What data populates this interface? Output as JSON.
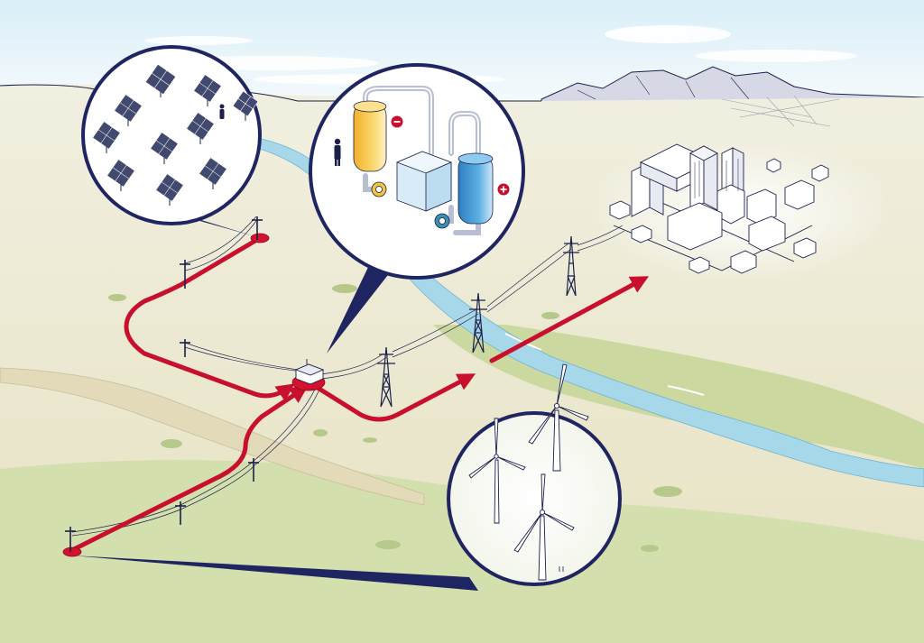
{
  "image": {
    "kind": "illustration",
    "has_text": false
  },
  "colors": {
    "sky": "#cfe8f5",
    "cloud": "#ffffff",
    "land": "#e8e4c6",
    "land_far": "#efeedd",
    "grass": "#c9d79e",
    "grass_dark": "#b6c98a",
    "river": "#a7d8ea",
    "river_edge": "#8ec7de",
    "mountain": "#d7d8e6",
    "outline": "#1b1f4a",
    "flow_red": "#c8102e",
    "node_red": "#d3132e",
    "callout_navy": "#1f2560",
    "tank_yellow": "#f7c64a",
    "tank_blue": "#4a9fd6",
    "cell_stack": "#cfe6f4",
    "pump_teal": "#3b8fb0",
    "panel": "#41496f",
    "city": "#ffffff"
  },
  "icons": [
    "solar-farm-callout",
    "flow-battery-callout",
    "wind-farm-callout",
    "substation-icon",
    "transmission-tower-icon",
    "utility-pole-icon",
    "city-icon",
    "river-icon",
    "mountain-icon"
  ]
}
